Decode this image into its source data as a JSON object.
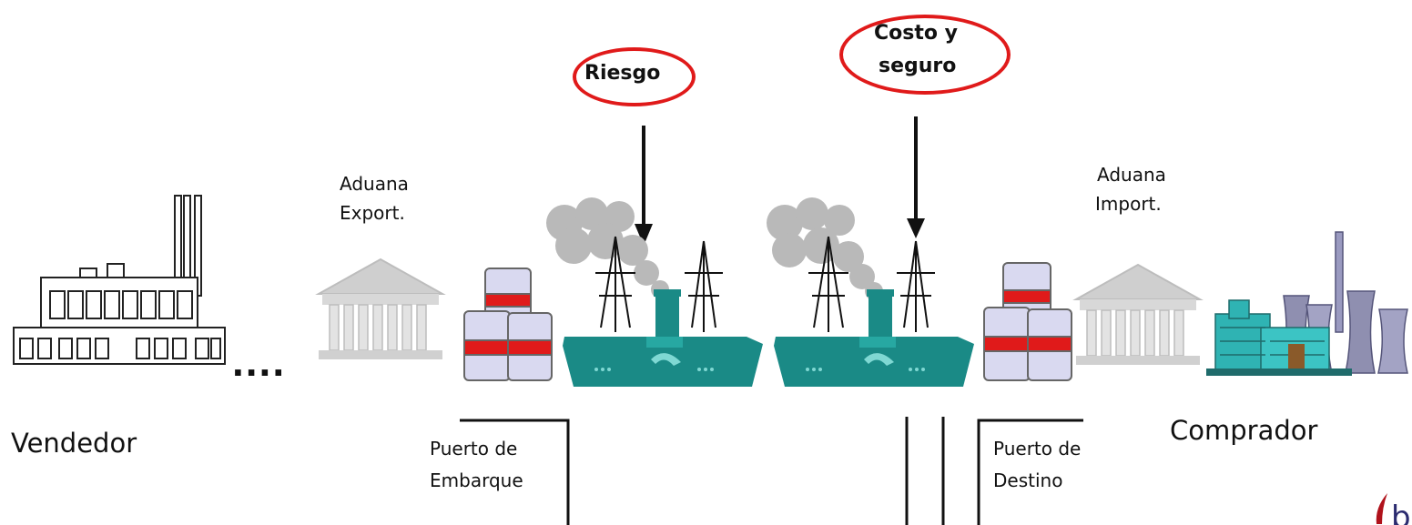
{
  "callouts": {
    "riesgo": "Riesgo",
    "costo_line1": "Costo y",
    "costo_line2": "seguro"
  },
  "labels": {
    "vendedor": "Vendedor",
    "comprador": "Comprador",
    "aduana_export_1": "Aduana",
    "aduana_export_2": "Export.",
    "aduana_import_1": "Aduana",
    "aduana_import_2": "Import.",
    "puerto_embarque_1": "Puerto de",
    "puerto_embarque_2": "Embarque",
    "puerto_destino_1": "Puerto de",
    "puerto_destino_2": "Destino",
    "dots": "...."
  },
  "colors": {
    "callout_ring": "#e01a1a",
    "ship_hull": "#1a8a86",
    "smoke": "#b9b9b9",
    "barrel": "#d9d9f0",
    "barrel_stripe": "#e01a1a",
    "customs": "#cfcfcf",
    "buyer_factory": "#2fb3b3",
    "buyer_towers": "#8f8fb0"
  }
}
